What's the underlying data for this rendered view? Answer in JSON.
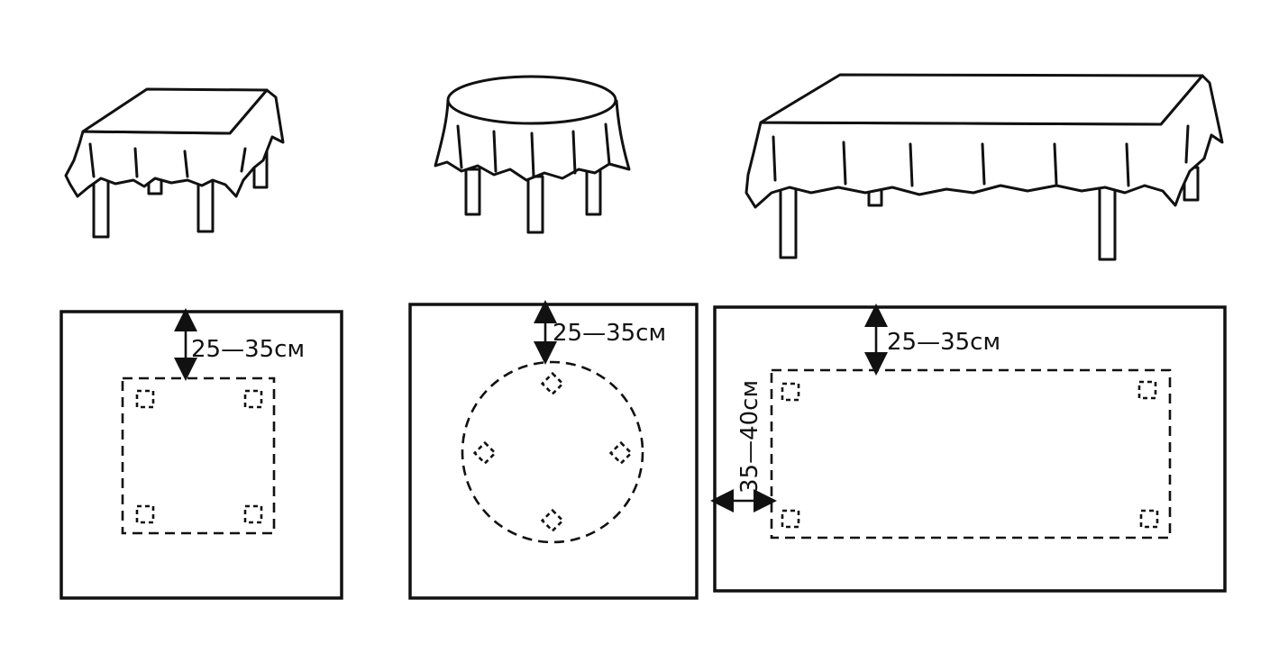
{
  "labels": {
    "square_offset": "25—35см",
    "round_offset": "25—35см",
    "rect_offset_top": "25—35см",
    "rect_offset_side": "35—40см"
  },
  "colors": {
    "ink": "#111111",
    "background": "#ffffff"
  }
}
